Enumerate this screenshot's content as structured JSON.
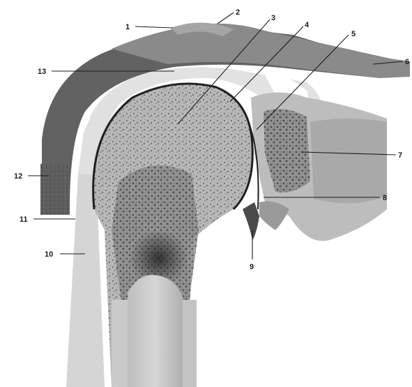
{
  "figure": {
    "type": "anatomical-section",
    "labels": [
      {
        "id": "1",
        "text": "1"
      },
      {
        "id": "2",
        "text": "2"
      },
      {
        "id": "3",
        "text": "3"
      },
      {
        "id": "4",
        "text": "4"
      },
      {
        "id": "5",
        "text": "5"
      },
      {
        "id": "6",
        "text": "6"
      },
      {
        "id": "7",
        "text": "7"
      },
      {
        "id": "8",
        "text": "8"
      },
      {
        "id": "9",
        "text": "9"
      },
      {
        "id": "10",
        "text": "10"
      },
      {
        "id": "11",
        "text": "11"
      },
      {
        "id": "12",
        "text": "12"
      },
      {
        "id": "13",
        "text": "13"
      }
    ]
  },
  "colors": {
    "background": "#ffffff",
    "muscle": "#5c5c5c",
    "muscle_dark": "#3e3e3e",
    "acromion": "#8f8f8f",
    "capsule": "#d9d9d9",
    "bone_light": "#c9c9c9",
    "bone_mid": "#9e9e9e",
    "bone_dark": "#4a4a4a",
    "cartilage_line": "#1f1f1f",
    "tendon": "#e3e3e3",
    "label": "#1a1a1a"
  }
}
